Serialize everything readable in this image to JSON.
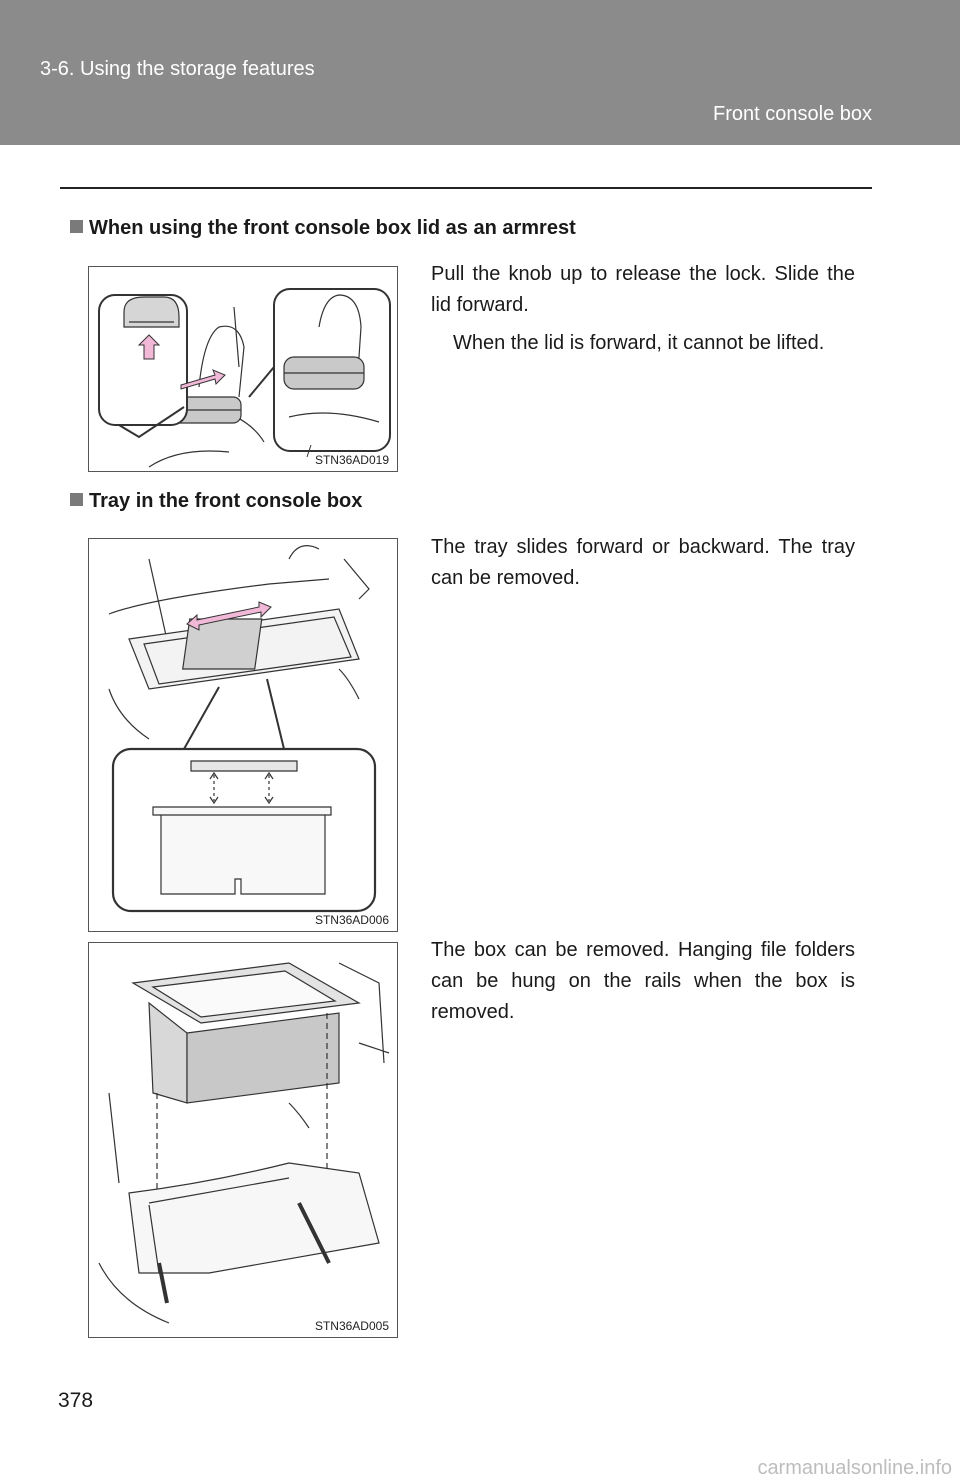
{
  "header": {
    "section": "3-6. Using the storage features",
    "subtitle": "Front console box"
  },
  "sections": [
    {
      "heading": "When using the front console box lid as an armrest",
      "paragraphs": [
        "Pull the knob up to release the lock. Slide the lid forward.",
        "When the lid is forward, it cannot be lifted."
      ],
      "figure_code": "STN36AD019"
    },
    {
      "heading": "Tray in the front console box",
      "paragraphs": [
        "The tray slides forward or backward. The tray can be removed."
      ],
      "figure_code": "STN36AD006"
    },
    {
      "paragraphs": [
        "The box can be removed. Hanging file folders can be hung on the rails when the box is removed."
      ],
      "figure_code": "STN36AD005"
    }
  ],
  "page_number": "378",
  "watermark": "carmanualsonline.info",
  "colors": {
    "header_band": "#8b8b8b",
    "arrow_pink": "#f2b8d8",
    "heading_square": "#7a7a7a"
  }
}
